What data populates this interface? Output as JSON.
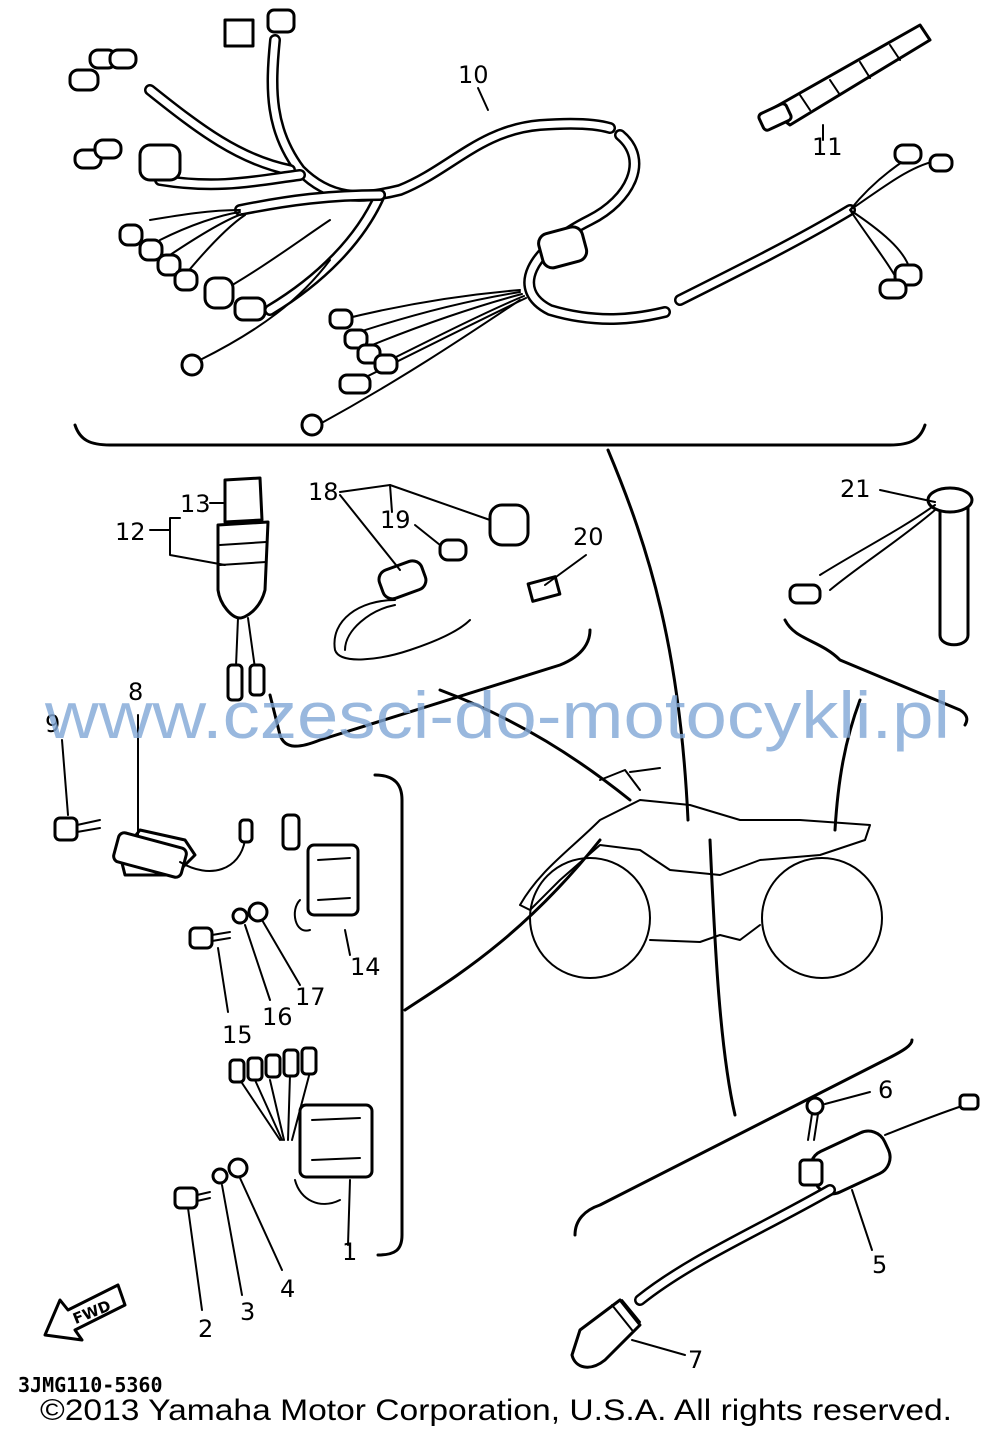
{
  "diagram": {
    "callouts": {
      "c1": "1",
      "c2": "2",
      "c3": "3",
      "c4": "4",
      "c5": "5",
      "c6": "6",
      "c7": "7",
      "c8": "8",
      "c9": "9",
      "c10": "10",
      "c11": "11",
      "c12": "12",
      "c13": "13",
      "c14": "14",
      "c15": "15",
      "c16": "16",
      "c17": "17",
      "c18": "18",
      "c19": "19",
      "c20": "20",
      "c21": "21"
    },
    "fwd_label": "FWD",
    "watermark": "www.czesci-do-motocykli.pl",
    "catalog_code": "3JMG110-5360",
    "copyright": "©2013 Yamaha Motor Corporation, U.S.A. All rights reserved."
  },
  "colors": {
    "line": "#000000",
    "watermark": "#7fa6d6",
    "background": "#ffffff"
  }
}
